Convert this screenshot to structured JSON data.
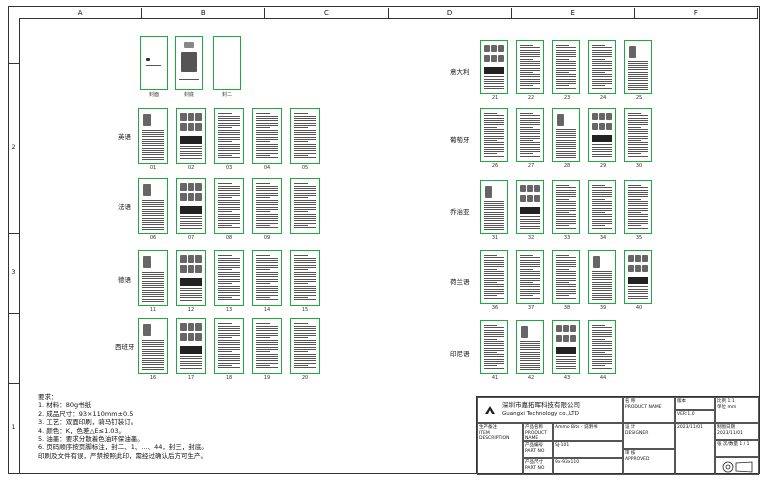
{
  "columns": [
    "A",
    "B",
    "C",
    "D",
    "E",
    "F"
  ],
  "rows": [
    "",
    "2",
    "3",
    "",
    "1"
  ],
  "top": {
    "labels": [
      "封面",
      "封底",
      "封二"
    ]
  },
  "left_groups": [
    {
      "label": "英语",
      "captions": [
        "01",
        "02",
        "03",
        "04",
        "05"
      ]
    },
    {
      "label": "法语",
      "captions": [
        "06",
        "07",
        "08",
        "09"
      ]
    },
    {
      "label": "德语",
      "captions": [
        "11",
        "12",
        "13",
        "14",
        "15"
      ]
    },
    {
      "label": "西班牙",
      "captions": [
        "16",
        "17",
        "18",
        "19",
        "20"
      ]
    }
  ],
  "right_groups": [
    {
      "label": "意大利",
      "captions": [
        "21",
        "22",
        "23",
        "24",
        "25"
      ]
    },
    {
      "label": "葡萄牙",
      "captions": [
        "26",
        "27",
        "28",
        "29",
        "30"
      ]
    },
    {
      "label": "乔治亚",
      "captions": [
        "31",
        "32",
        "33",
        "34",
        "35"
      ]
    },
    {
      "label": "荷兰语",
      "captions": [
        "36",
        "37",
        "38",
        "39",
        "40"
      ]
    },
    {
      "label": "印尼语",
      "captions": [
        "41",
        "42",
        "43",
        "44",
        ""
      ]
    }
  ],
  "notes": {
    "title": "要求：",
    "lines": [
      "1. 材料：80g书纸",
      "2. 成品尺寸：93×110mm±0.5",
      "3. 工艺：双面印刷，骑马钉装订。",
      "4. 颜色：K，色差△E≤1.03。",
      "5. 油墨：要求分散着色油环保油墨。",
      "6. 页码顺序按页脚标注，封二、1、...、44，封三，封底。",
      "   印刷及文件有误，严禁按照此印，需经过确认后方可生产。"
    ]
  },
  "titleblock": {
    "company_cn": "深圳市嘉拓晖科技有限公司",
    "company_en": "Guangxi Technology co.,LTD",
    "name_lbl": "名 称",
    "name_en": "PRODUCT NAME",
    "designer": "设 计",
    "designer_en": "DESIGNER",
    "approved": "审 核",
    "approved_en": "APPROVED",
    "fixture_cn": "生产备注",
    "fixture_en": "ITEM DESCRIPTION",
    "prod_name_lbl": "产品名称",
    "prod_name_en": "PRODUCT NAME",
    "prod_name_val": "Ammo Bits - 说明书",
    "part_lbl": "产品编号",
    "part_en": "PART NO",
    "part_val": "SJ-101",
    "size_lbl": "产品尺寸",
    "size_en": "PART NO",
    "size_val": "9x-93x110",
    "ver_lbl": "版本",
    "ver_val": "VER:1.0",
    "date_val": "2023/11/01",
    "scale_lbl": "比例",
    "scale_val": "1:1",
    "unit_lbl": "单位",
    "unit_val": "mm",
    "page_lbl": "制图日期",
    "page_val": "2023/11/01",
    "sheet_lbl": "张 次/数量",
    "sheet_val": "1 / 1"
  }
}
